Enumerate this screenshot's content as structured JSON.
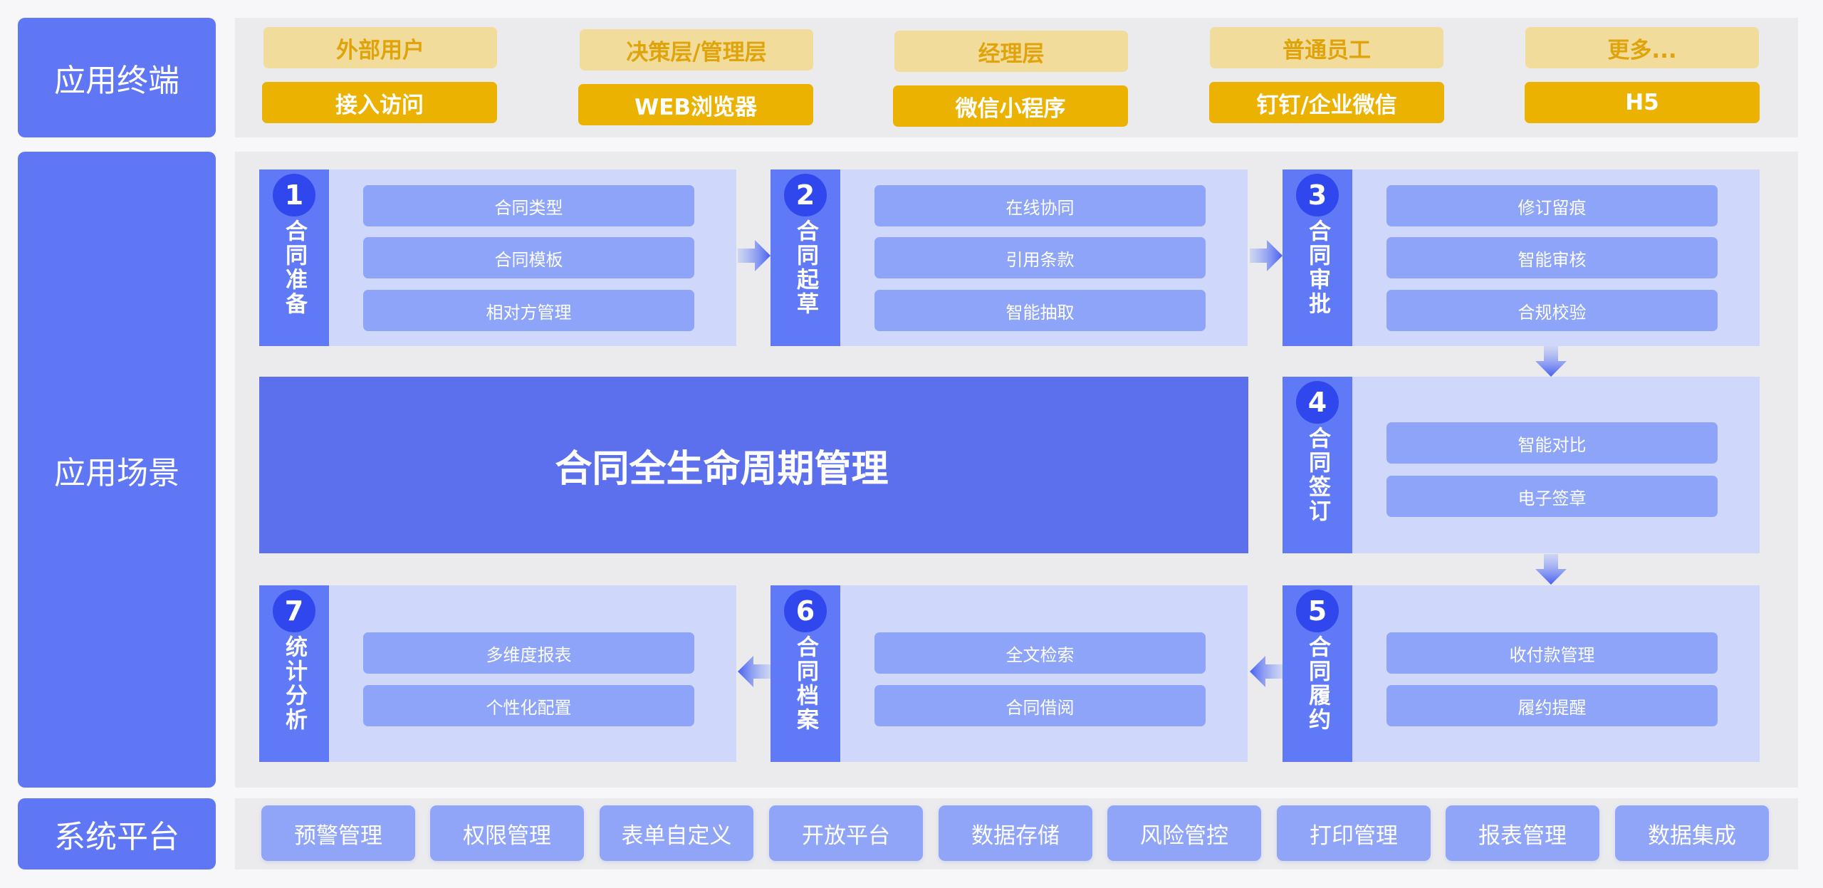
{
  "sections": {
    "terminal": "应用终端",
    "scenario": "应用场景",
    "platform": "系统平台"
  },
  "terminals": [
    {
      "user": "外部用户",
      "access": "接入访问"
    },
    {
      "user": "决策层/管理层",
      "access": "WEB浏览器"
    },
    {
      "user": "经理层",
      "access": "微信小程序"
    },
    {
      "user": "普通员工",
      "access": "钉钉/企业微信"
    },
    {
      "user": "更多...",
      "access": "H5"
    }
  ],
  "center_title": "合同全生命周期管理",
  "stages": [
    {
      "num": "1",
      "name": "合同准备",
      "features": [
        "合同类型",
        "合同模板",
        "相对方管理"
      ]
    },
    {
      "num": "2",
      "name": "合同起草",
      "features": [
        "在线协同",
        "引用条款",
        "智能抽取"
      ]
    },
    {
      "num": "3",
      "name": "合同审批",
      "features": [
        "修订留痕",
        "智能审核",
        "合规校验"
      ]
    },
    {
      "num": "4",
      "name": "合同签订",
      "features": [
        "智能对比",
        "电子签章"
      ]
    },
    {
      "num": "5",
      "name": "合同履约",
      "features": [
        "收付款管理",
        "履约提醒"
      ]
    },
    {
      "num": "6",
      "name": "合同档案",
      "features": [
        "全文检索",
        "合同借阅"
      ]
    },
    {
      "num": "7",
      "name": "统计分析",
      "features": [
        "多维度报表",
        "个性化配置"
      ]
    }
  ],
  "platform_items": [
    "预警管理",
    "权限管理",
    "表单自定义",
    "开放平台",
    "数据存储",
    "风险管控",
    "打印管理",
    "报表管理",
    "数据集成"
  ],
  "colors": {
    "primary_blue": "#5f77f5",
    "stage_bg": "#cfd8fb",
    "feature_bg": "#8ea4f8",
    "number_circle": "#2f47ec",
    "user_tag_bg": "#f2dc9c",
    "user_tag_text": "#e0a40a",
    "access_bg": "#ebb202",
    "panel_bg": "#ebebee"
  }
}
